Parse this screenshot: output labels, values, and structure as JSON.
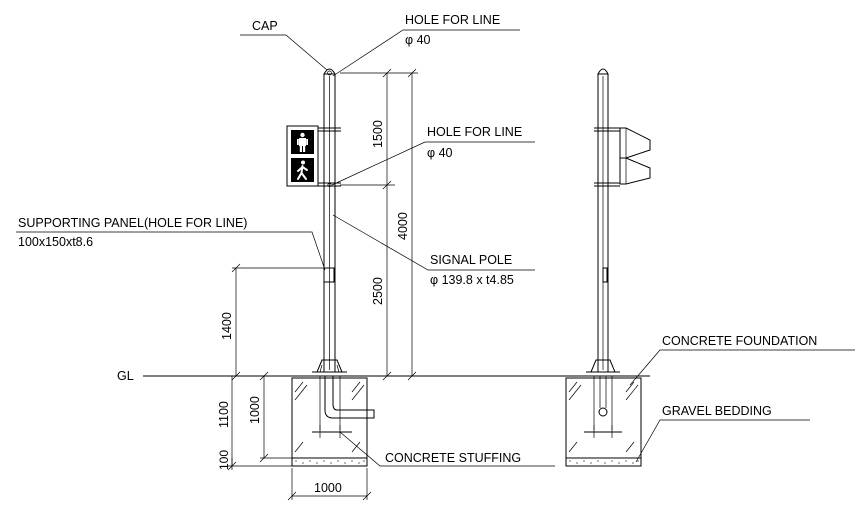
{
  "labels": {
    "cap": "CAP",
    "hole_top": "HOLE FOR LINE",
    "hole_top_dia": "φ 40",
    "hole_mid": "HOLE FOR LINE",
    "hole_mid_dia": "φ 40",
    "supporting_panel": "SUPPORTING PANEL(HOLE FOR LINE)",
    "supporting_panel_size": "100x150xt8.6",
    "signal_pole": "SIGNAL POLE",
    "signal_pole_size": "φ 139.8 x t4.85",
    "gl": "GL",
    "concrete_foundation": "CONCRETE FOUNDATION",
    "gravel_bedding": "GRAVEL BEDDING",
    "concrete_stuffing": "CONCRETE STUFFING"
  },
  "dimensions": {
    "d1500": "1500",
    "d4000": "4000",
    "d2500": "2500",
    "d1400": "1400",
    "d1100": "1100",
    "d1000_v": "1000",
    "d100": "100",
    "d1000_h": "1000"
  },
  "icons": {
    "signal_head_top": "standing-pedestrian-icon",
    "signal_head_bottom": "walking-pedestrian-icon"
  }
}
